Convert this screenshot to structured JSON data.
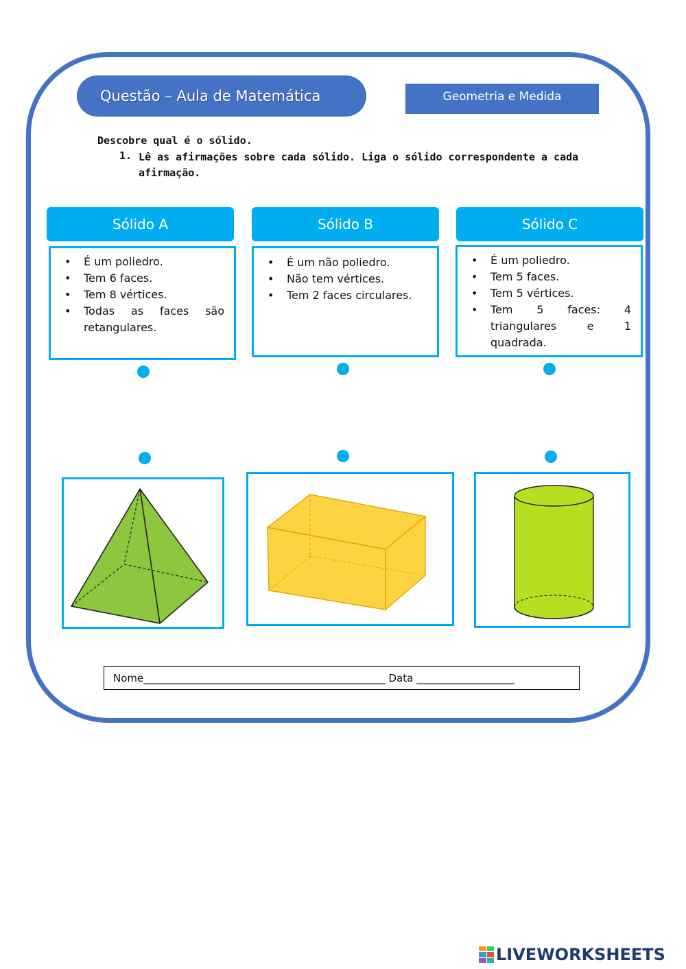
{
  "header": {
    "title": "Questão – Aula de Matemática",
    "topic": "Geometria e Medida"
  },
  "instructions": {
    "main": "Descobre qual é o sólido.",
    "number": "1.",
    "text": "Lê as afirmações sobre cada sólido. Liga o sólido correspondente a cada afirmação."
  },
  "solids": [
    {
      "label": "Sólido A",
      "facts": [
        "É um poliedro.",
        "Tem 6 faces.",
        "Tem 8 vértices.",
        "Todas as faces são retangulares."
      ]
    },
    {
      "label": "Sólido B",
      "facts": [
        "É um não poliedro.",
        "Não tem vértices.",
        "Tem 2 faces circulares."
      ]
    },
    {
      "label": "Sólido C",
      "facts": [
        "É um poliedro.",
        "Tem 5 faces.",
        "Tem 5 vértices.",
        "Tem 5 faces: 4 triangulares e 1 quadrada."
      ]
    }
  ],
  "images": [
    {
      "icon": "square-pyramid-image",
      "color": "#8dc63f"
    },
    {
      "icon": "rectangular-prism-image",
      "color": "#fcd442"
    },
    {
      "icon": "cylinder-image",
      "color": "#b5e021"
    }
  ],
  "footer": {
    "name_line": "Nome_______________________________________________ Data ___________________"
  },
  "brand": {
    "name": "LIVEWORKSHEETS"
  },
  "colors": {
    "frame": "#4472c4",
    "accent": "#00aeef"
  }
}
